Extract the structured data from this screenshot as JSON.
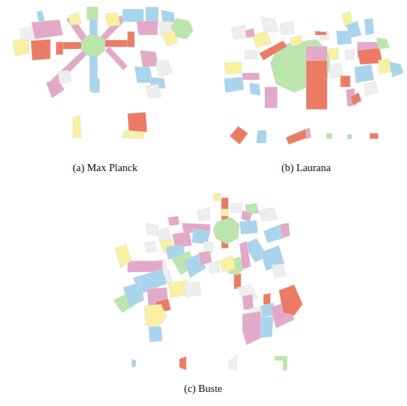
{
  "diagram": {
    "labels": [
      "(a) Max Planck",
      "(b) Laurana",
      "(c) Buste"
    ]
  }
}
